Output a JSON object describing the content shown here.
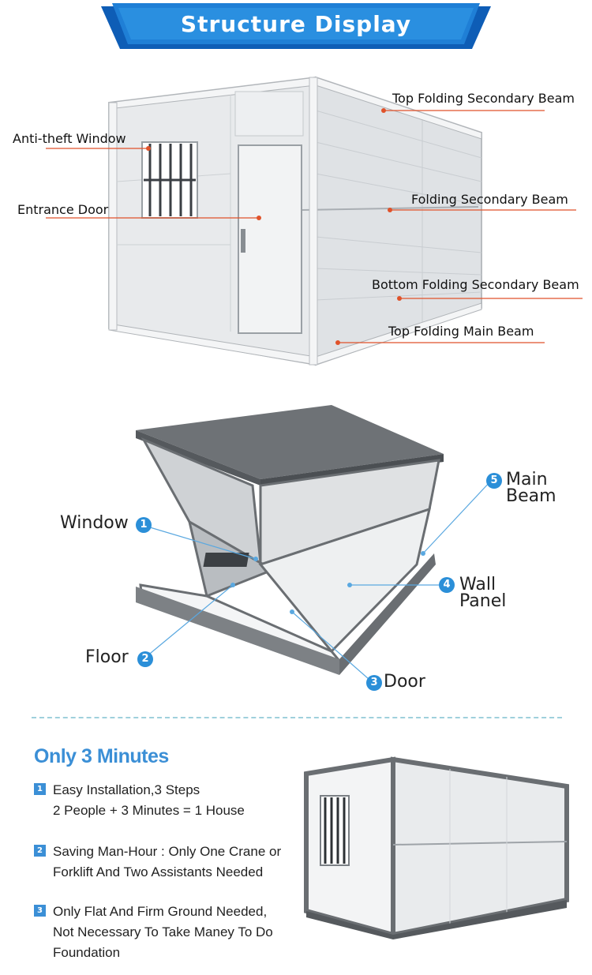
{
  "header": {
    "title": "Structure Display"
  },
  "structure_labels": {
    "top_folding_secondary_beam": "Top Folding Secondary Beam",
    "anti_theft_window": "Anti-theft Window",
    "folding_secondary_beam": "Folding Secondary Beam",
    "entrance_door": "Entrance Door",
    "bottom_folding_secondary_beam": "Bottom Folding Secondary Beam",
    "top_folding_main_beam": "Top Folding Main Beam"
  },
  "folded_labels": {
    "window": {
      "num": "1",
      "text": "Window"
    },
    "floor": {
      "num": "2",
      "text": "Floor"
    },
    "door": {
      "num": "3",
      "text": "Door"
    },
    "wall_panel": {
      "num": "4",
      "line1": "Wall",
      "line2": "Panel"
    },
    "main_beam": {
      "num": "5",
      "line1": "Main",
      "line2": "Beam"
    }
  },
  "minutes": {
    "title": "Only 3 Minutes",
    "steps": [
      {
        "num": "1",
        "line1": "Easy Installation,3 Steps",
        "line2": "2 People + 3 Minutes = 1 House",
        "line3": ""
      },
      {
        "num": "2",
        "line1": "Saving Man-Hour : Only One Crane or",
        "line2": "Forklift And Two Assistants Needed",
        "line3": ""
      },
      {
        "num": "3",
        "line1": "Only Flat And Firm Ground Needed,",
        "line2": "Not Necessary To Take Maney To Do",
        "line3": "Foundation"
      }
    ]
  },
  "colors": {
    "accent_blue": "#2b8fd8",
    "banner_dark": "#1565b8",
    "leader_orange": "#e0522a",
    "leader_blue": "#5aa8e0"
  }
}
